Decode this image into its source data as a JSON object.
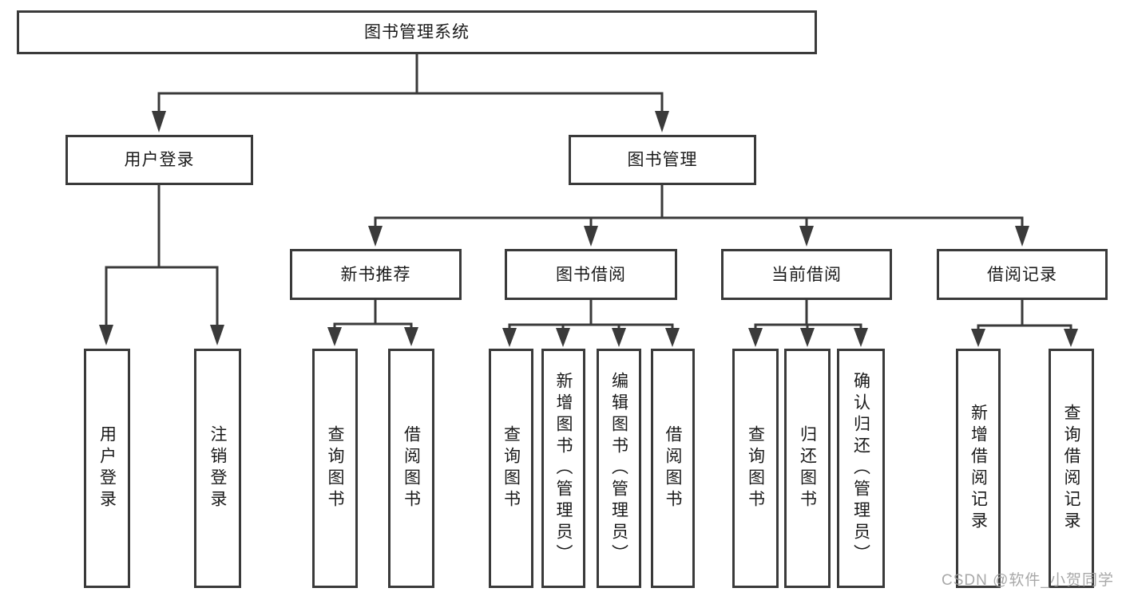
{
  "diagram": {
    "root": {
      "label": "图书管理系统"
    },
    "branches": [
      {
        "label": "用户登录",
        "children": [
          {
            "label": "用户登录"
          },
          {
            "label": "注销登录"
          }
        ]
      },
      {
        "label": "图书管理",
        "children": [
          {
            "label": "新书推荐",
            "children": [
              {
                "label": "查询图书"
              },
              {
                "label": "借阅图书"
              }
            ]
          },
          {
            "label": "图书借阅",
            "children": [
              {
                "label": "查询图书"
              },
              {
                "label": "新增图书（管理员）"
              },
              {
                "label": "编辑图书（管理员）"
              },
              {
                "label": "借阅图书"
              }
            ]
          },
          {
            "label": "当前借阅",
            "children": [
              {
                "label": "查询图书"
              },
              {
                "label": "归还图书"
              },
              {
                "label": "确认归还（管理员）"
              }
            ]
          },
          {
            "label": "借阅记录",
            "children": [
              {
                "label": "新增借阅记录"
              },
              {
                "label": "查询借阅记录"
              }
            ]
          }
        ]
      }
    ],
    "watermark": "CSDN @软件_小贺同学",
    "colors": {
      "line": "#3a3a3a",
      "text": "#1a1a1a",
      "background": "#ffffff",
      "watermark": "#9e9e9e"
    }
  }
}
